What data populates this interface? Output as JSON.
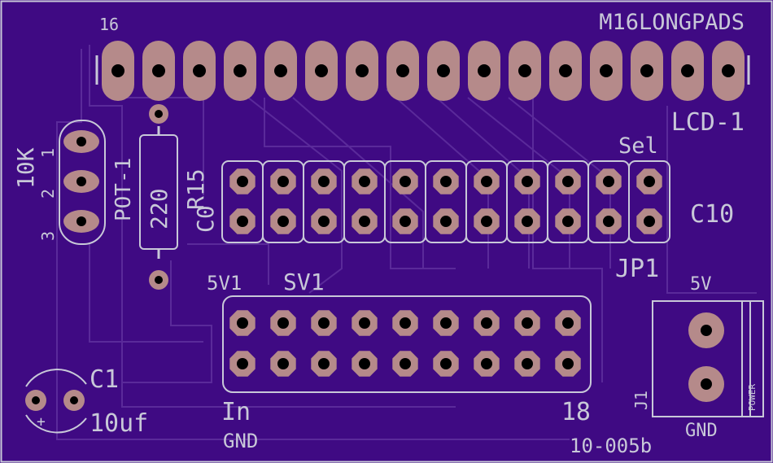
{
  "colors": {
    "board": "#3f0a83",
    "trace": "#5a2a9a",
    "silk": "#c8c8d8",
    "pad": "#b58a8a",
    "hole": "#000000"
  },
  "labels": {
    "lcd_pin_number": "16",
    "lcd_part": "M16LONGPADS",
    "lcd_name": "LCD-1",
    "sel": "Sel",
    "jp1": "JP1",
    "c10": "C10",
    "pot_value": "10K",
    "pot_name": "POT-1",
    "pot_pin1": "1",
    "pot_pin2": "2",
    "pot_pin3": "3",
    "resistor_value": "220",
    "resistor_name": "R15",
    "c0": "C0",
    "five_v1": "5V1",
    "sv1": "SV1",
    "in": "In",
    "gnd_left": "GND",
    "eighteen": "18",
    "board_id": "10-005b",
    "five_v": "5V",
    "gnd_right": "GND",
    "j1": "J1",
    "power": "POWER",
    "c1": "C1",
    "cap_value": "10uf",
    "plus": "+"
  }
}
